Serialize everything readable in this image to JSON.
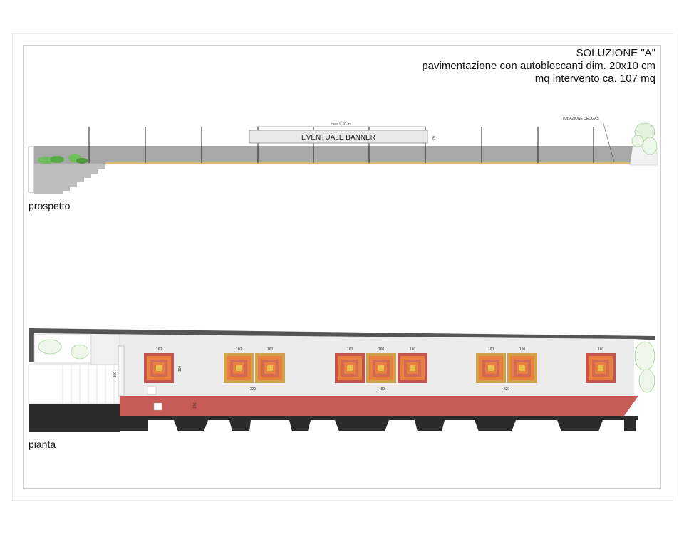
{
  "title": {
    "line1": "SOLUZIONE \"A\"",
    "line2": "pavimentazione con autobloccanti dim. 20x10 cm",
    "line3": "mq intervento ca. 107 mq"
  },
  "elevation": {
    "label": "prospetto",
    "banner_text": "EVENTUALE BANNER",
    "banner_dim": "circa 9,10 m",
    "height_dim": "70",
    "gas_label": "TUBAZIONE DEL GAS"
  },
  "plan": {
    "label": "pianta",
    "square_labels": [
      "160",
      "160",
      "160",
      "160",
      "160",
      "160",
      "160",
      "160",
      "160"
    ],
    "side_dim": "160",
    "depth_dim": "300",
    "strip_dim": "100",
    "group_dims": [
      "320",
      "480",
      "320"
    ]
  },
  "colors": {
    "wall_gray": "#a8a8a8",
    "red_strip": "#c75c56",
    "square_outer_red": "#c1544c",
    "square_outer_ochre": "#d0a24c",
    "square_mid": "#e87f3c",
    "square_inner": "#d06a56",
    "square_core": "#e6c24a",
    "pavement": "#ececec"
  }
}
